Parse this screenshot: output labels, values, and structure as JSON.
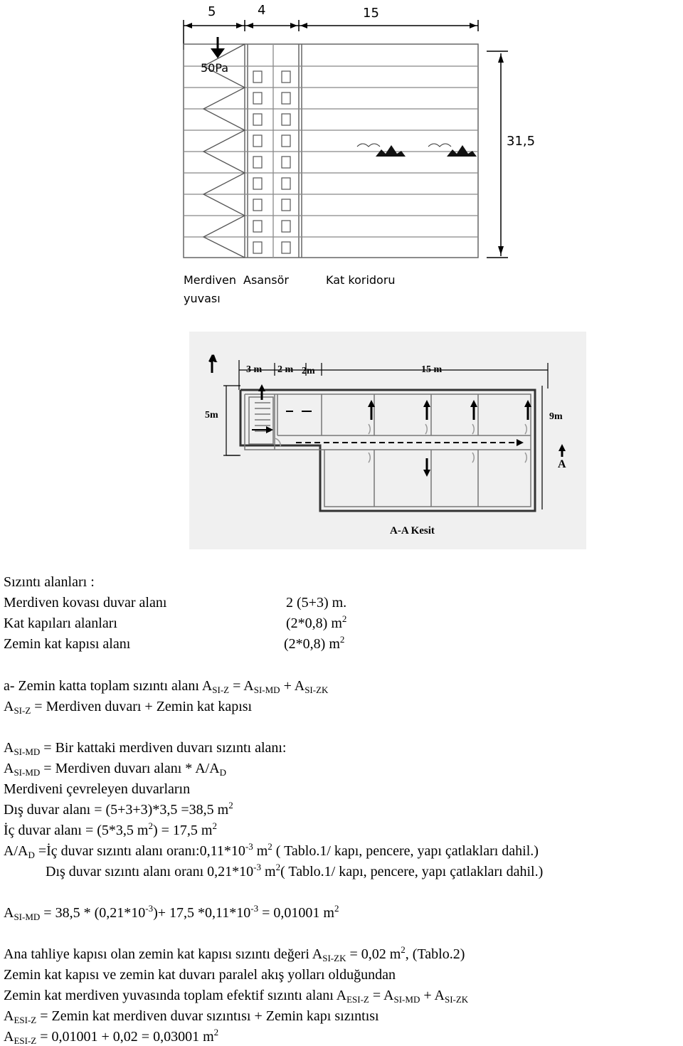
{
  "figure1": {
    "dim_stair": "5",
    "dim_elevator": "4",
    "dim_corridor": "15",
    "height": "31,5",
    "pressure": "50Pa",
    "label_stair": "Merdiven",
    "label_stair_2": "yuvası",
    "label_elevator": "Asansör",
    "label_corridor": "Kat koridoru"
  },
  "figure2": {
    "section_top": "A",
    "section_bottom": "A",
    "dim_3m": "3 m",
    "dim_2m_a": "2 m",
    "dim_2m_b": "2m",
    "dim_15m": "15 m",
    "dim_5m": "5m",
    "dim_9m": "9m",
    "caption": "A-A Kesit"
  },
  "text": {
    "l1": "Sızıntı alanları :",
    "l2a": "Merdiven kovası duvar alanı",
    "l2b": "2 (5+3) m.",
    "l3a": "Kat kapıları alanları",
    "l3b": "(2*0,8) m",
    "l4a": "Zemin kat kapısı alanı",
    "l4b": "(2*0,8) m",
    "l5": "a- Zemin katta toplam sızıntı alanı",
    "l6": "= Merdiven duvarı + Zemin kat kapısı",
    "l7": "= Bir kattaki merdiven duvarı sızıntı alanı:",
    "l8": "= Merdiven duvarı alanı *  A/A",
    "l9": "Merdiveni çevreleyen duvarların",
    "l10": "Dış duvar alanı = (5+3+3)*3,5 =38,5 m",
    "l11a": "İç duvar alanı   = (5*3,5 m",
    "l11b": ")   = 17,5 m",
    "l12a": "=İç duvar sızıntı alanı oranı:0,11*10",
    "l12b": "( Tablo.1/ kapı, pencere, yapı çatlakları dahil.)",
    "l13a": "Dış duvar sızıntı alanı oranı 0,21*10",
    "l13b": "( Tablo.1/ kapı, pencere, yapı çatlakları dahil.)",
    "l14a": "= 38,5 * (0,21*10",
    "l14b": ")+ 17,5 *0,11*10",
    "l14c": "= 0,01001  m",
    "l15a": "Ana tahliye kapısı olan zemin kat kapısı sızıntı değeri",
    "l15b": "= 0,02 m",
    "l15c": ", (Tablo.2)",
    "l16": "Zemin kat kapısı ve zemin kat duvarı paralel akış yolları olduğundan",
    "l17": "Zemin kat merdiven yuvasında toplam efektif sızıntı alanı",
    "l18": "= Zemin kat merdiven duvar sızıntısı + Zemin kapı sızıntısı",
    "l19": "= 0,01001 + 0,02 = 0,03001  m"
  }
}
